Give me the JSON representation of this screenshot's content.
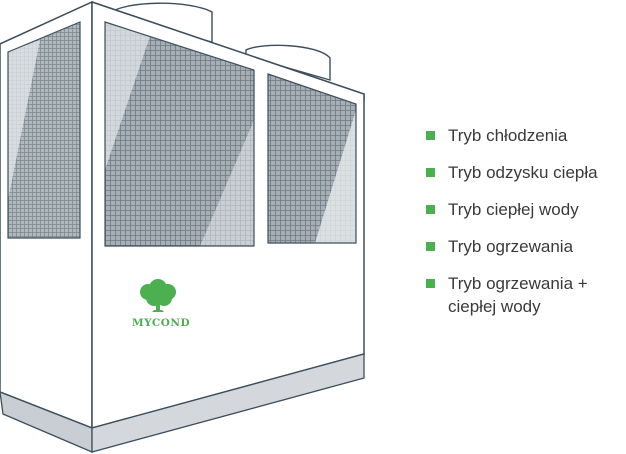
{
  "brand": {
    "logo_text": "MYCOND",
    "logo_icon": "tree-icon",
    "color": "#4caf50"
  },
  "colors": {
    "accent": "#4caf50",
    "outline": "#3d4f5c",
    "text": "#3a3a3a",
    "grille": "#8a9299",
    "base": "#c9ced4"
  },
  "modes": [
    {
      "label": "Tryb chłodzenia"
    },
    {
      "label": "Tryb odzysku ciepła"
    },
    {
      "label": "Tryb ciepłej wody"
    },
    {
      "label": "Tryb ogrzewania"
    },
    {
      "label": "Tryb ogrzewania + ciepłej wody"
    }
  ]
}
